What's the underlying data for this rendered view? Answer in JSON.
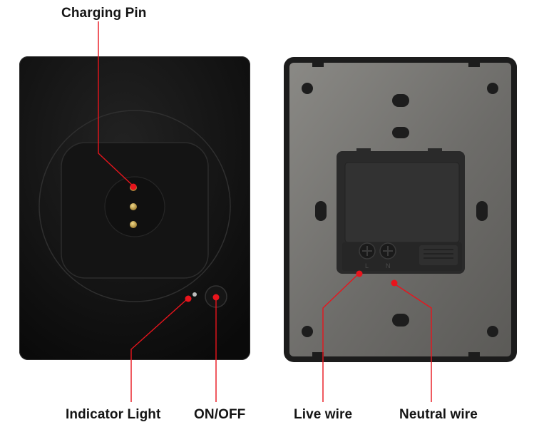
{
  "labels": {
    "charging_pin": "Charging Pin",
    "indicator_light": "Indicator Light",
    "on_off": "ON/OFF",
    "live_wire": "Live wire",
    "neutral_wire": "Neutral wire"
  },
  "terminal_marks": {
    "live": "L",
    "neutral": "N"
  },
  "colors": {
    "callout": "#e8141c",
    "device_front": "#0f0f0f",
    "back_plate": "#6e6d6a",
    "module": "#2b2b2b"
  }
}
